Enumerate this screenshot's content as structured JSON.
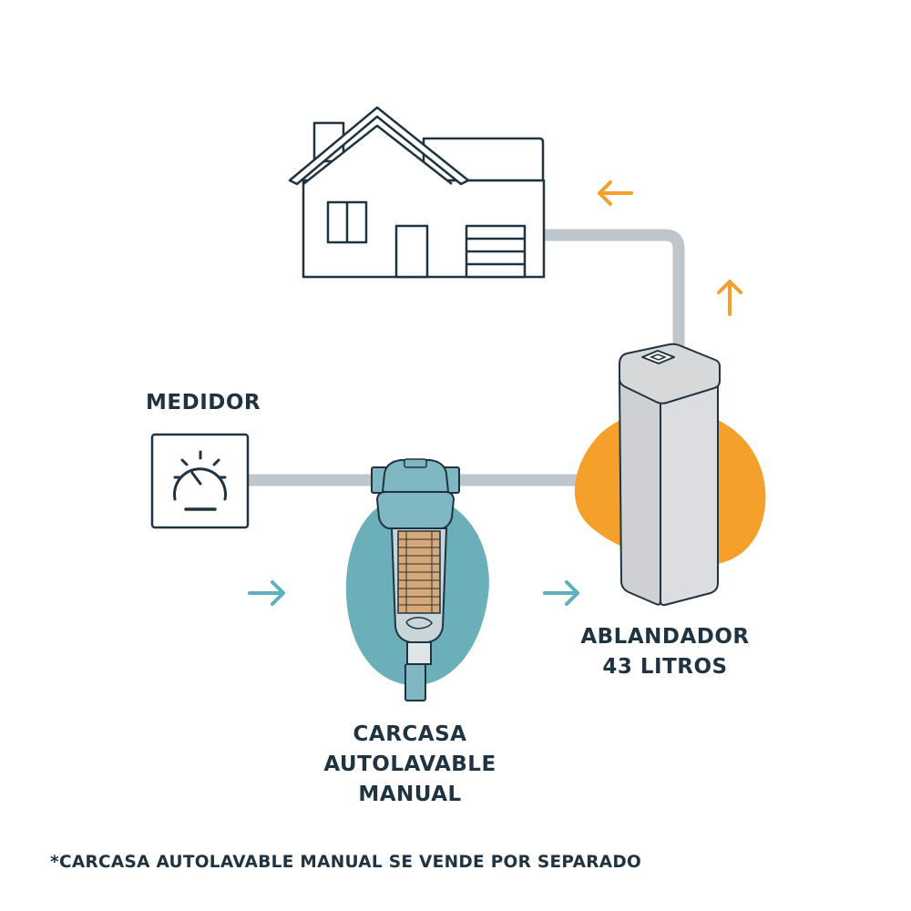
{
  "labels": {
    "meter": "MEDIDOR",
    "softener": [
      "ABLANDADOR",
      "43 LITROS"
    ],
    "filter": [
      "CARCASA",
      "AUTOLAVABLE",
      "MANUAL"
    ]
  },
  "footnote": "*CARCASA AUTOLAVABLE MANUAL SE VENDE POR SEPARADO",
  "colors": {
    "outline": "#1f3340",
    "pipe": "#bfc6cb",
    "flow_arrow_in": "#5fb0bd",
    "flow_arrow_out": "#f5a02a",
    "filter_blob": "#6aafb9",
    "softener_blob": "#f5a02a",
    "softener_body": "#d7d8da",
    "cartridge": "#d9a877"
  },
  "icons": [
    "house-icon",
    "meter-icon",
    "filter-icon",
    "softener-icon"
  ]
}
